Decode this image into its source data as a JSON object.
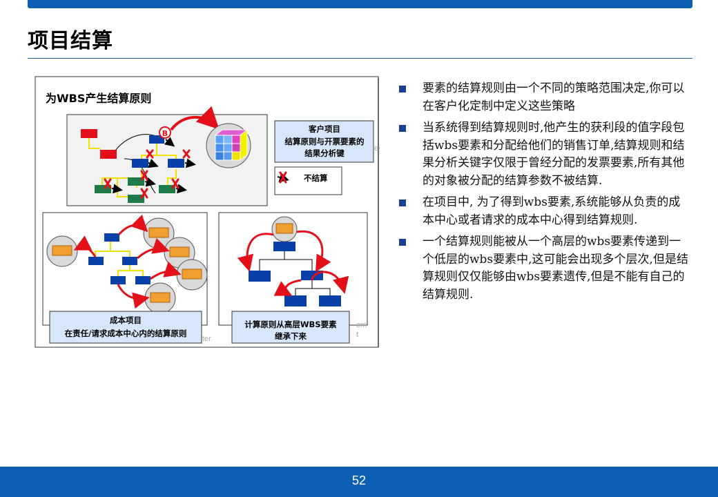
{
  "title": "项目结算",
  "page_number": "52",
  "diagram": {
    "heading": "为WBS产生结算原则",
    "legend_customer": [
      "客户项目",
      "结算原则与开票要素的",
      "结果分析键"
    ],
    "legend_no_settle": "不结算",
    "badge_letter": "B",
    "caption_cost": [
      "成本项目",
      "在责任/请求成本中心内的结算原则"
    ],
    "caption_inherit": [
      "计算原则从高层WBS要素",
      "继承下来"
    ],
    "ghost_text": [
      "eys",
      "om",
      "t",
      "ter"
    ]
  },
  "bullets": [
    "要素的结算规则由一个不同的策略范围决定,你可以在客户化定制中定义这些策略",
    "当系统得到结算规则时,他产生的获利段的值字段包括wbs要素和分配给他们的销售订单,结算规则和结果分析关键字仅限于曾经分配的发票要素,所有其他的对象被分配的结算参数不被结算.",
    "在项目中, 为了得到wbs要素,系统能够从负责的成本中心或者请求的成本中心得到结算规则.",
    "一个结算规则能被从一个高层的wbs要素传递到一个低层的wbs要素中,这可能会出现多个层次,但是结算规则仅仅能够由wbs要素遗传,但是不能有自己的结算规则."
  ],
  "colors": {
    "brand_blue": "#0d5fb3",
    "node_blue": "#0a3fa8",
    "node_green": "#1f7a4a",
    "node_red": "#e3101a",
    "arrow_red": "#e3101a",
    "caption_bg": "#d6e6fb",
    "panel_bg": "#f2f2f2"
  }
}
